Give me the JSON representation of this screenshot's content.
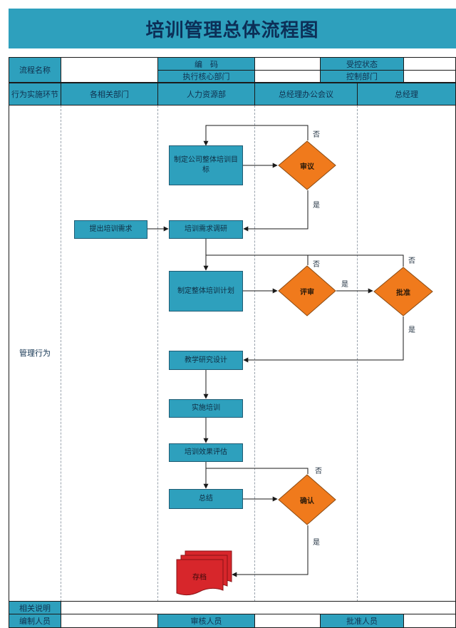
{
  "title": "培训管理总体流程图",
  "header": {
    "process_name": "流程名称",
    "code": "编　码",
    "controlled_status": "受控状态",
    "exec_dept": "执行核心部门",
    "control_dept": "控制部门"
  },
  "lanes": {
    "label": "行为实施环节",
    "depts": [
      "各相关部门",
      "人力资源部",
      "总经理办公会议",
      "总经理"
    ],
    "row_label": "管理行为"
  },
  "nodes": {
    "set_goals": "制定公司整体培训目标",
    "review1": "审议",
    "propose": "提出培训需求",
    "survey": "培训需求调研",
    "make_plan": "制定整体培训计划",
    "review2": "评审",
    "approve": "批准",
    "teaching": "教学研究设计",
    "implement": "实施培训",
    "evaluate": "培训效果评估",
    "summary": "总结",
    "confirm": "确认",
    "archive": "存档"
  },
  "edge_labels": {
    "no": "否",
    "yes": "是"
  },
  "footer": {
    "notes": "相关说明",
    "editor": "编制人员",
    "reviewer": "审核人员",
    "approver": "批准人员"
  },
  "colors": {
    "header_bg": "#2ea0bd",
    "diamond": "#f07a1c",
    "archive": "#d7262b",
    "title_text": "#0c2f57"
  }
}
